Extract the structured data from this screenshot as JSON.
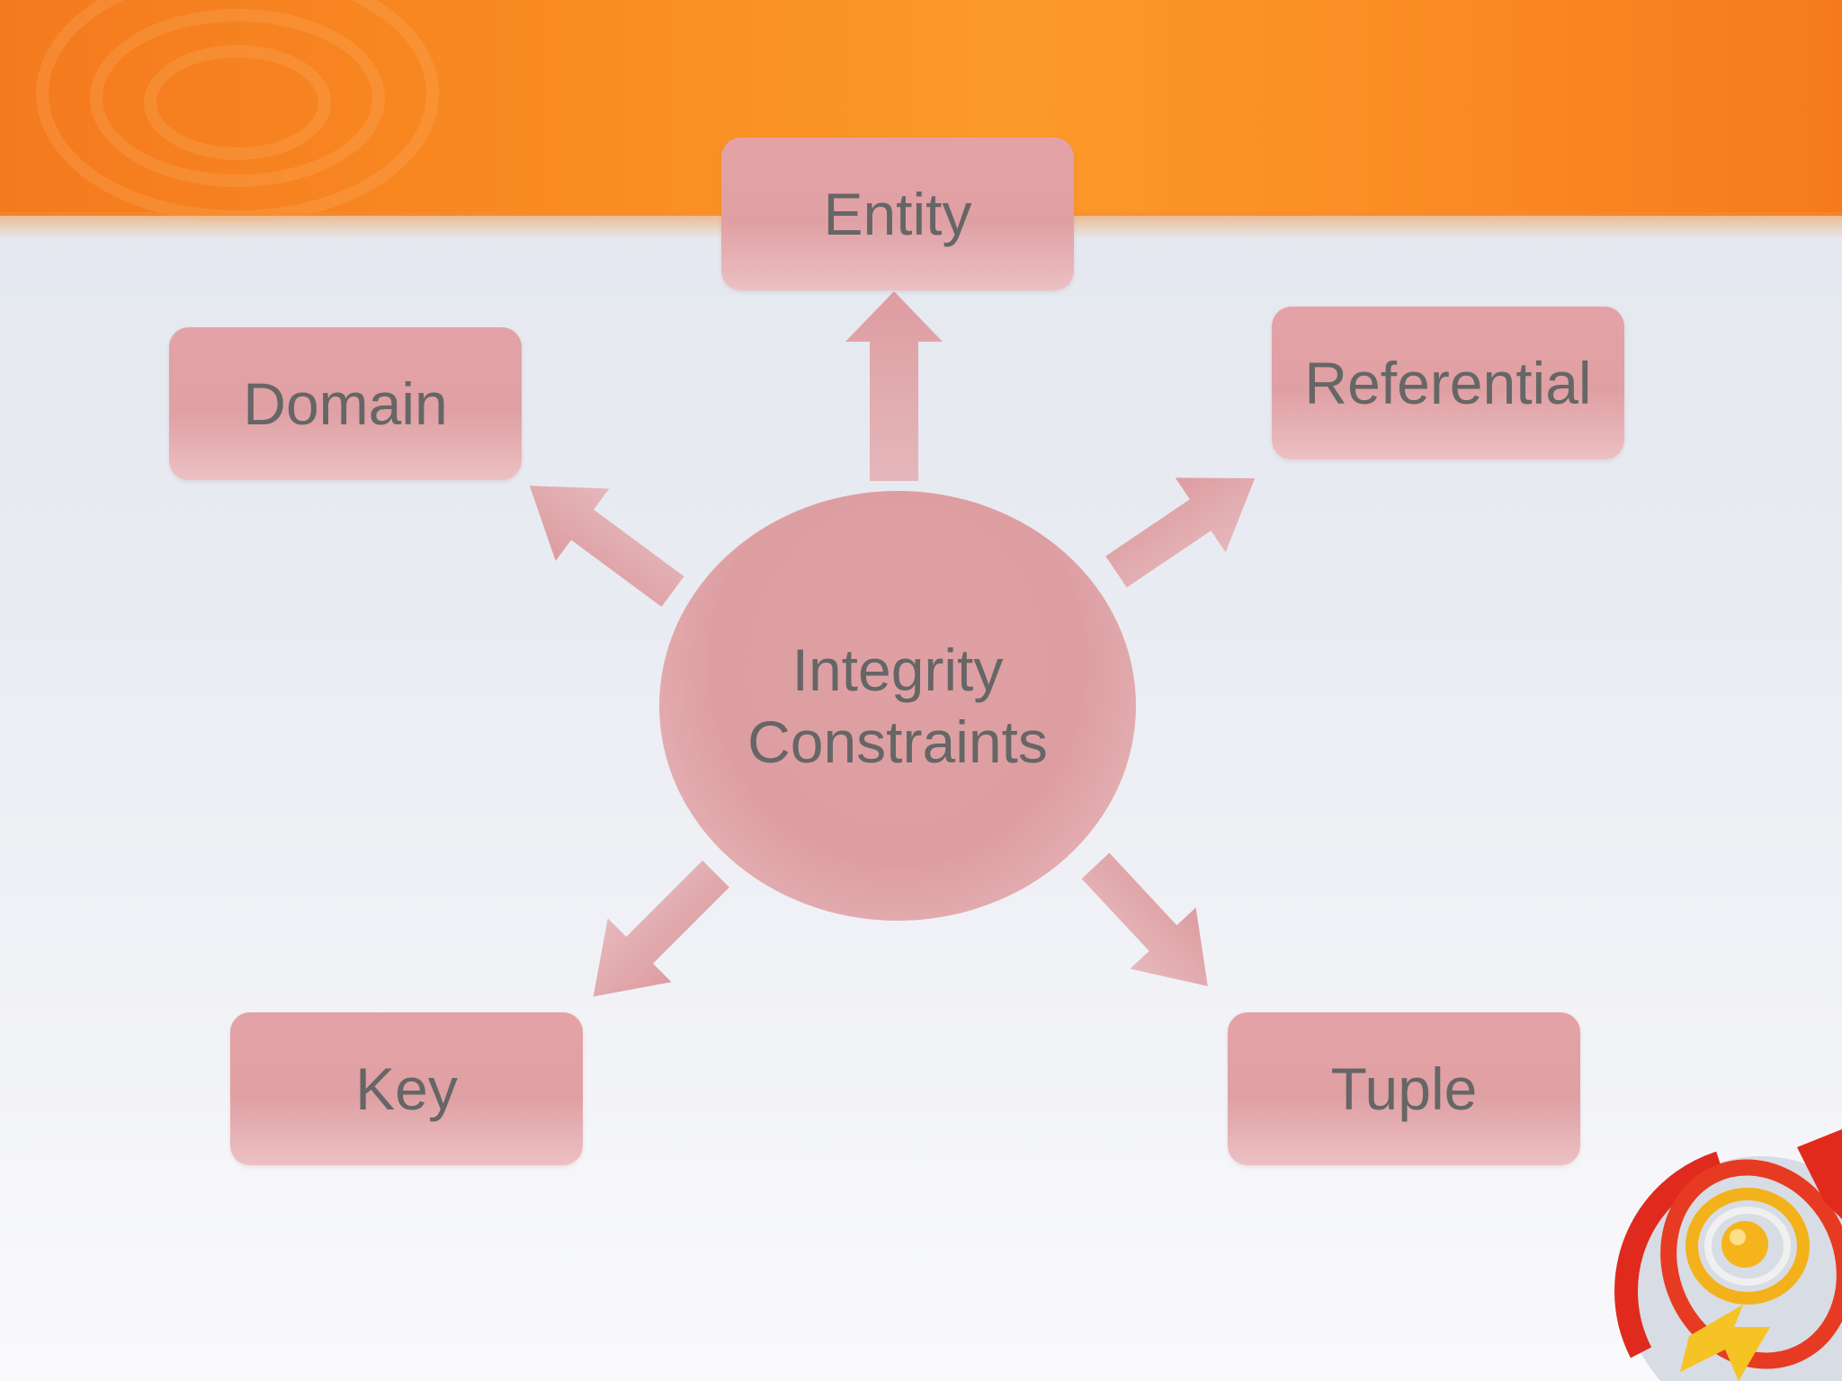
{
  "center": {
    "line1": "Integrity",
    "line2": "Constraints"
  },
  "nodes": {
    "entity": "Entity",
    "domain": "Domain",
    "referential": "Referential",
    "key": "Key",
    "tuple": "Tuple"
  },
  "colors": {
    "banner": "#f98b22",
    "shape_fill": "#dfa0a4",
    "text": "#666666"
  }
}
